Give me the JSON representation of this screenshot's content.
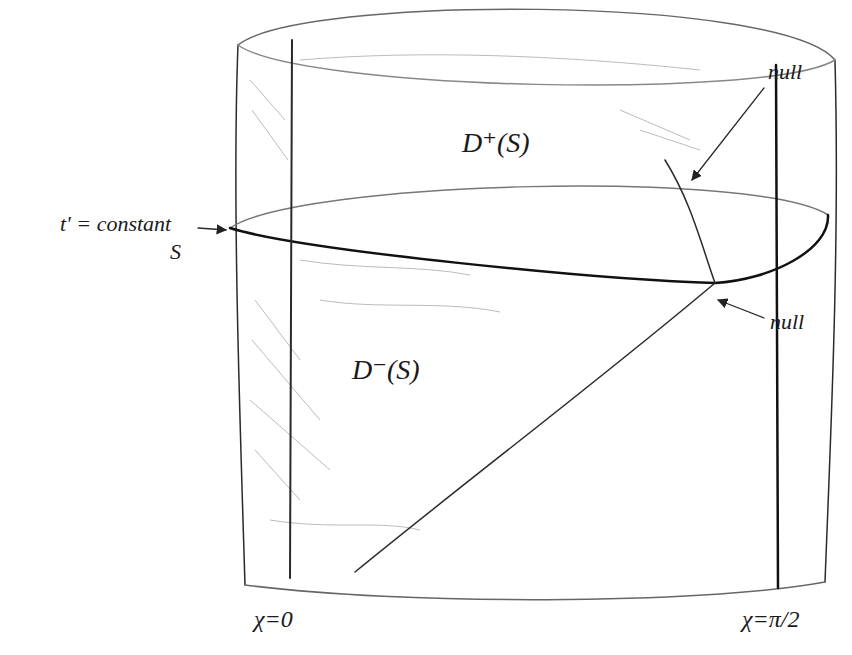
{
  "diagram": {
    "labels": [
      "D⁺(S)",
      "D⁻(S)",
      "t' = constant",
      "S",
      "null",
      "null",
      "χ=0",
      "χ=π/2"
    ]
  }
}
